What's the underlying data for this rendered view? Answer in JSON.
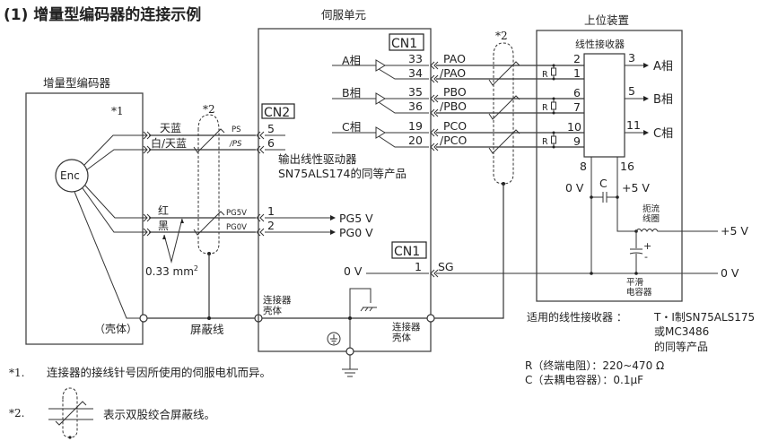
{
  "title": "(1)  增量型编码器的连接示例",
  "encoder": {
    "title": "增量型编码器",
    "note_mark": "*1",
    "enc_label": "Enc",
    "wires": {
      "sky_blue": "天蓝",
      "white_sky_blue": "白/天蓝",
      "red": "红",
      "black": "黑"
    },
    "wire_size": "0.33 mm",
    "wire_size_sup": "2",
    "case_label": "（壳体）"
  },
  "cable": {
    "shield_mark": "*2",
    "shield_label": "屏蔽线",
    "signals": {
      "ps": "PS",
      "nps": "/PS",
      "pg5v": "PG5V",
      "pg0v": "PG0V"
    }
  },
  "servo": {
    "title": "伺服单元",
    "cn2": "CN2",
    "cn2_pins": [
      "5",
      "6",
      "1",
      "2"
    ],
    "cn1_top": "CN1",
    "cn1_bottom": "CN1",
    "phases": [
      "A相",
      "B相",
      "C相"
    ],
    "cn1_pins": [
      "33",
      "34",
      "35",
      "36",
      "19",
      "20"
    ],
    "cn1_signals": [
      "PAO",
      "/PAO",
      "PBO",
      "/PBO",
      "PCO",
      "/PCO"
    ],
    "driver_line1": "输出线性驱动器",
    "driver_line2": "SN75ALS174的同等产品",
    "pg5v_out": "PG5 V",
    "pg0v_out": "PG0 V",
    "sg_pin": "1",
    "sg_label": "SG",
    "zero_v": "0 V",
    "conn_case_left_1": "连接器",
    "conn_case_left_2": "壳体",
    "conn_case_right_1": "连接器",
    "conn_case_right_2": "壳体"
  },
  "host": {
    "title": "上位装置",
    "receiver_title": "线性接收器",
    "r_label": "R",
    "input_pins": [
      "2",
      "1",
      "6",
      "7",
      "10",
      "9"
    ],
    "output_pins": [
      "3",
      "5",
      "11"
    ],
    "outputs": [
      "A相",
      "B相",
      "C相"
    ],
    "pin8": "8",
    "pin16": "16",
    "zero_v": "0 V",
    "plus5v": "+5 V",
    "cap_label": "C",
    "choke_1": "扼流",
    "choke_2": "线圈",
    "smooth_1": "平滑",
    "smooth_2": "电容器",
    "ext_plus5v": "+5 V",
    "ext_zero_v": "0 V",
    "plus": "+",
    "minus": "-"
  },
  "specs": {
    "receiver_label": "适用的线性接收器 ：",
    "receiver_value_1": "T・I制SN75ALS175",
    "receiver_value_2": "或MC3486",
    "receiver_value_3": "的同等产品",
    "r_spec": "R（终端电阻）：220~470 Ω",
    "c_spec": "C（去耦电容器）：0.1μF"
  },
  "footnotes": {
    "note1_mark": "*1.",
    "note1_text": "连接器的接线针号因所使用的伺服电机而异。",
    "note2_mark": "*2.",
    "note2_text": "表示双股绞合屏蔽线。"
  }
}
